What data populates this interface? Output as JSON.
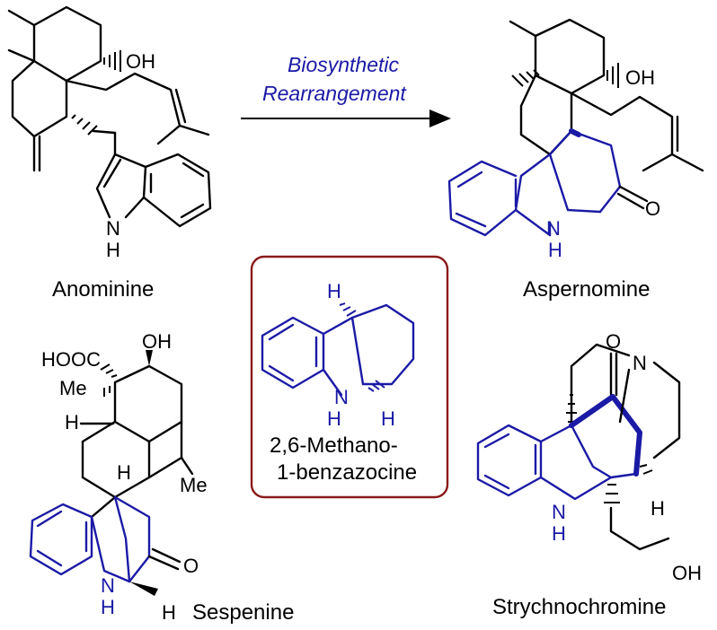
{
  "reaction": {
    "line1": "Biosynthetic",
    "line2": "Rearrangement"
  },
  "compounds": {
    "anominine": "Anominine",
    "aspernomine": "Aspernomine",
    "sespenine": "Sespenine",
    "strychnochromine": "Strychnochromine",
    "core_line1": "2,6-Methano-",
    "core_line2": "1-benzazocine"
  },
  "atoms": {
    "oh": "OH",
    "nh_n": "N",
    "nh_h": "H",
    "h": "H",
    "o": "O",
    "n": "N",
    "me": "Me",
    "hooc": "HOOC"
  },
  "colors": {
    "core_blue": "#1a1aa6",
    "box_border": "#8b1a1a",
    "text": "#000000"
  }
}
